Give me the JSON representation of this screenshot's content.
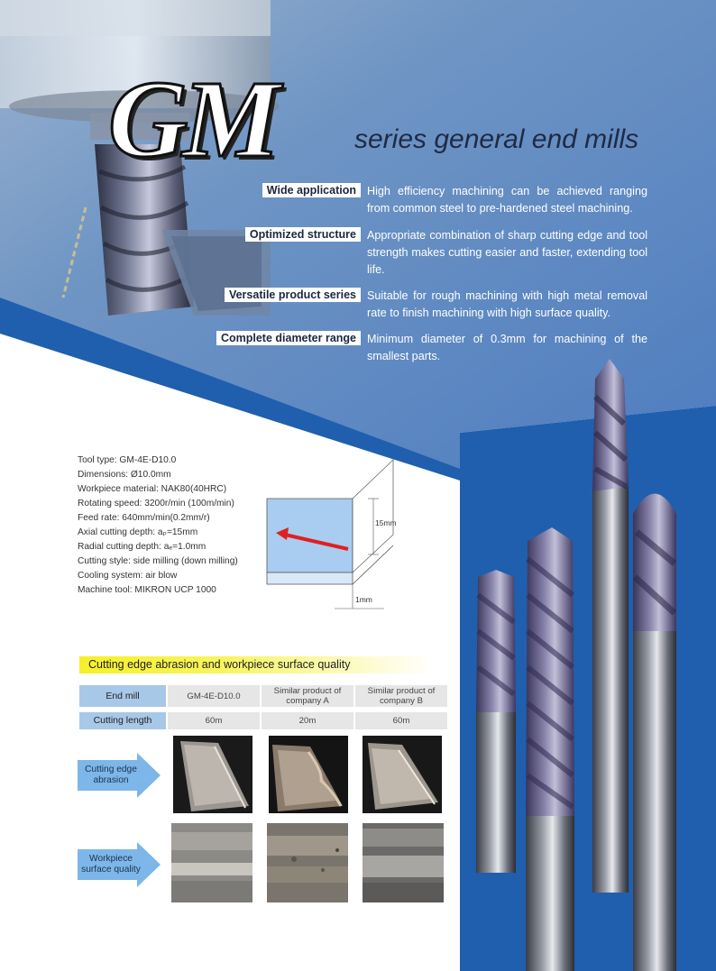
{
  "header": {
    "title_big": "GM",
    "title_sub": "series general end mills"
  },
  "features": [
    {
      "tag": "Wide application",
      "desc": "High efficiency machining can be achieved ranging from common steel to pre-hardened steel machining."
    },
    {
      "tag": "Optimized structure",
      "desc": "Appropriate combination of sharp cutting edge and tool strength makes cutting easier and faster, extending tool life."
    },
    {
      "tag": "Versatile product series",
      "desc": "Suitable for rough machining with high metal removal rate to finish machining with high surface quality."
    },
    {
      "tag": "Complete diameter range",
      "desc": "Minimum diameter of 0.3mm for machining of the smallest parts."
    }
  ],
  "specs": [
    "Tool type: GM-4E-D10.0",
    "Dimensions: Ø10.0mm",
    "Workpiece material: NAK80(40HRC)",
    "Rotating speed: 3200r/min  (100m/min)",
    "Feed rate: 640mm/min(0.2mm/r)",
    "Axial cutting depth: aₚ=15mm",
    "Radial cutting depth: aₑ=1.0mm",
    "Cutting style: side milling (down milling)",
    "Cooling system: air blow",
    "Machine tool: MIKRON UCP 1000"
  ],
  "diagram": {
    "height_label": "15mm",
    "width_label": "1mm"
  },
  "comparison": {
    "section_title": "Cutting edge abrasion and workpiece surface quality",
    "header_label": "End mill",
    "columns": [
      "GM-4E-D10.0",
      "Similar product of company A",
      "Similar product of company B"
    ],
    "length_label": "Cutting length",
    "lengths": [
      "60m",
      "20m",
      "60m"
    ],
    "row_labels": [
      "Cutting edge abrasion",
      "Workpiece surface quality"
    ]
  },
  "colors": {
    "brand_blue": "#1f5fae",
    "panel_blue": "#4a7fc2",
    "header_cell": "#a8c8e8",
    "highlight": "#f6f02a"
  }
}
